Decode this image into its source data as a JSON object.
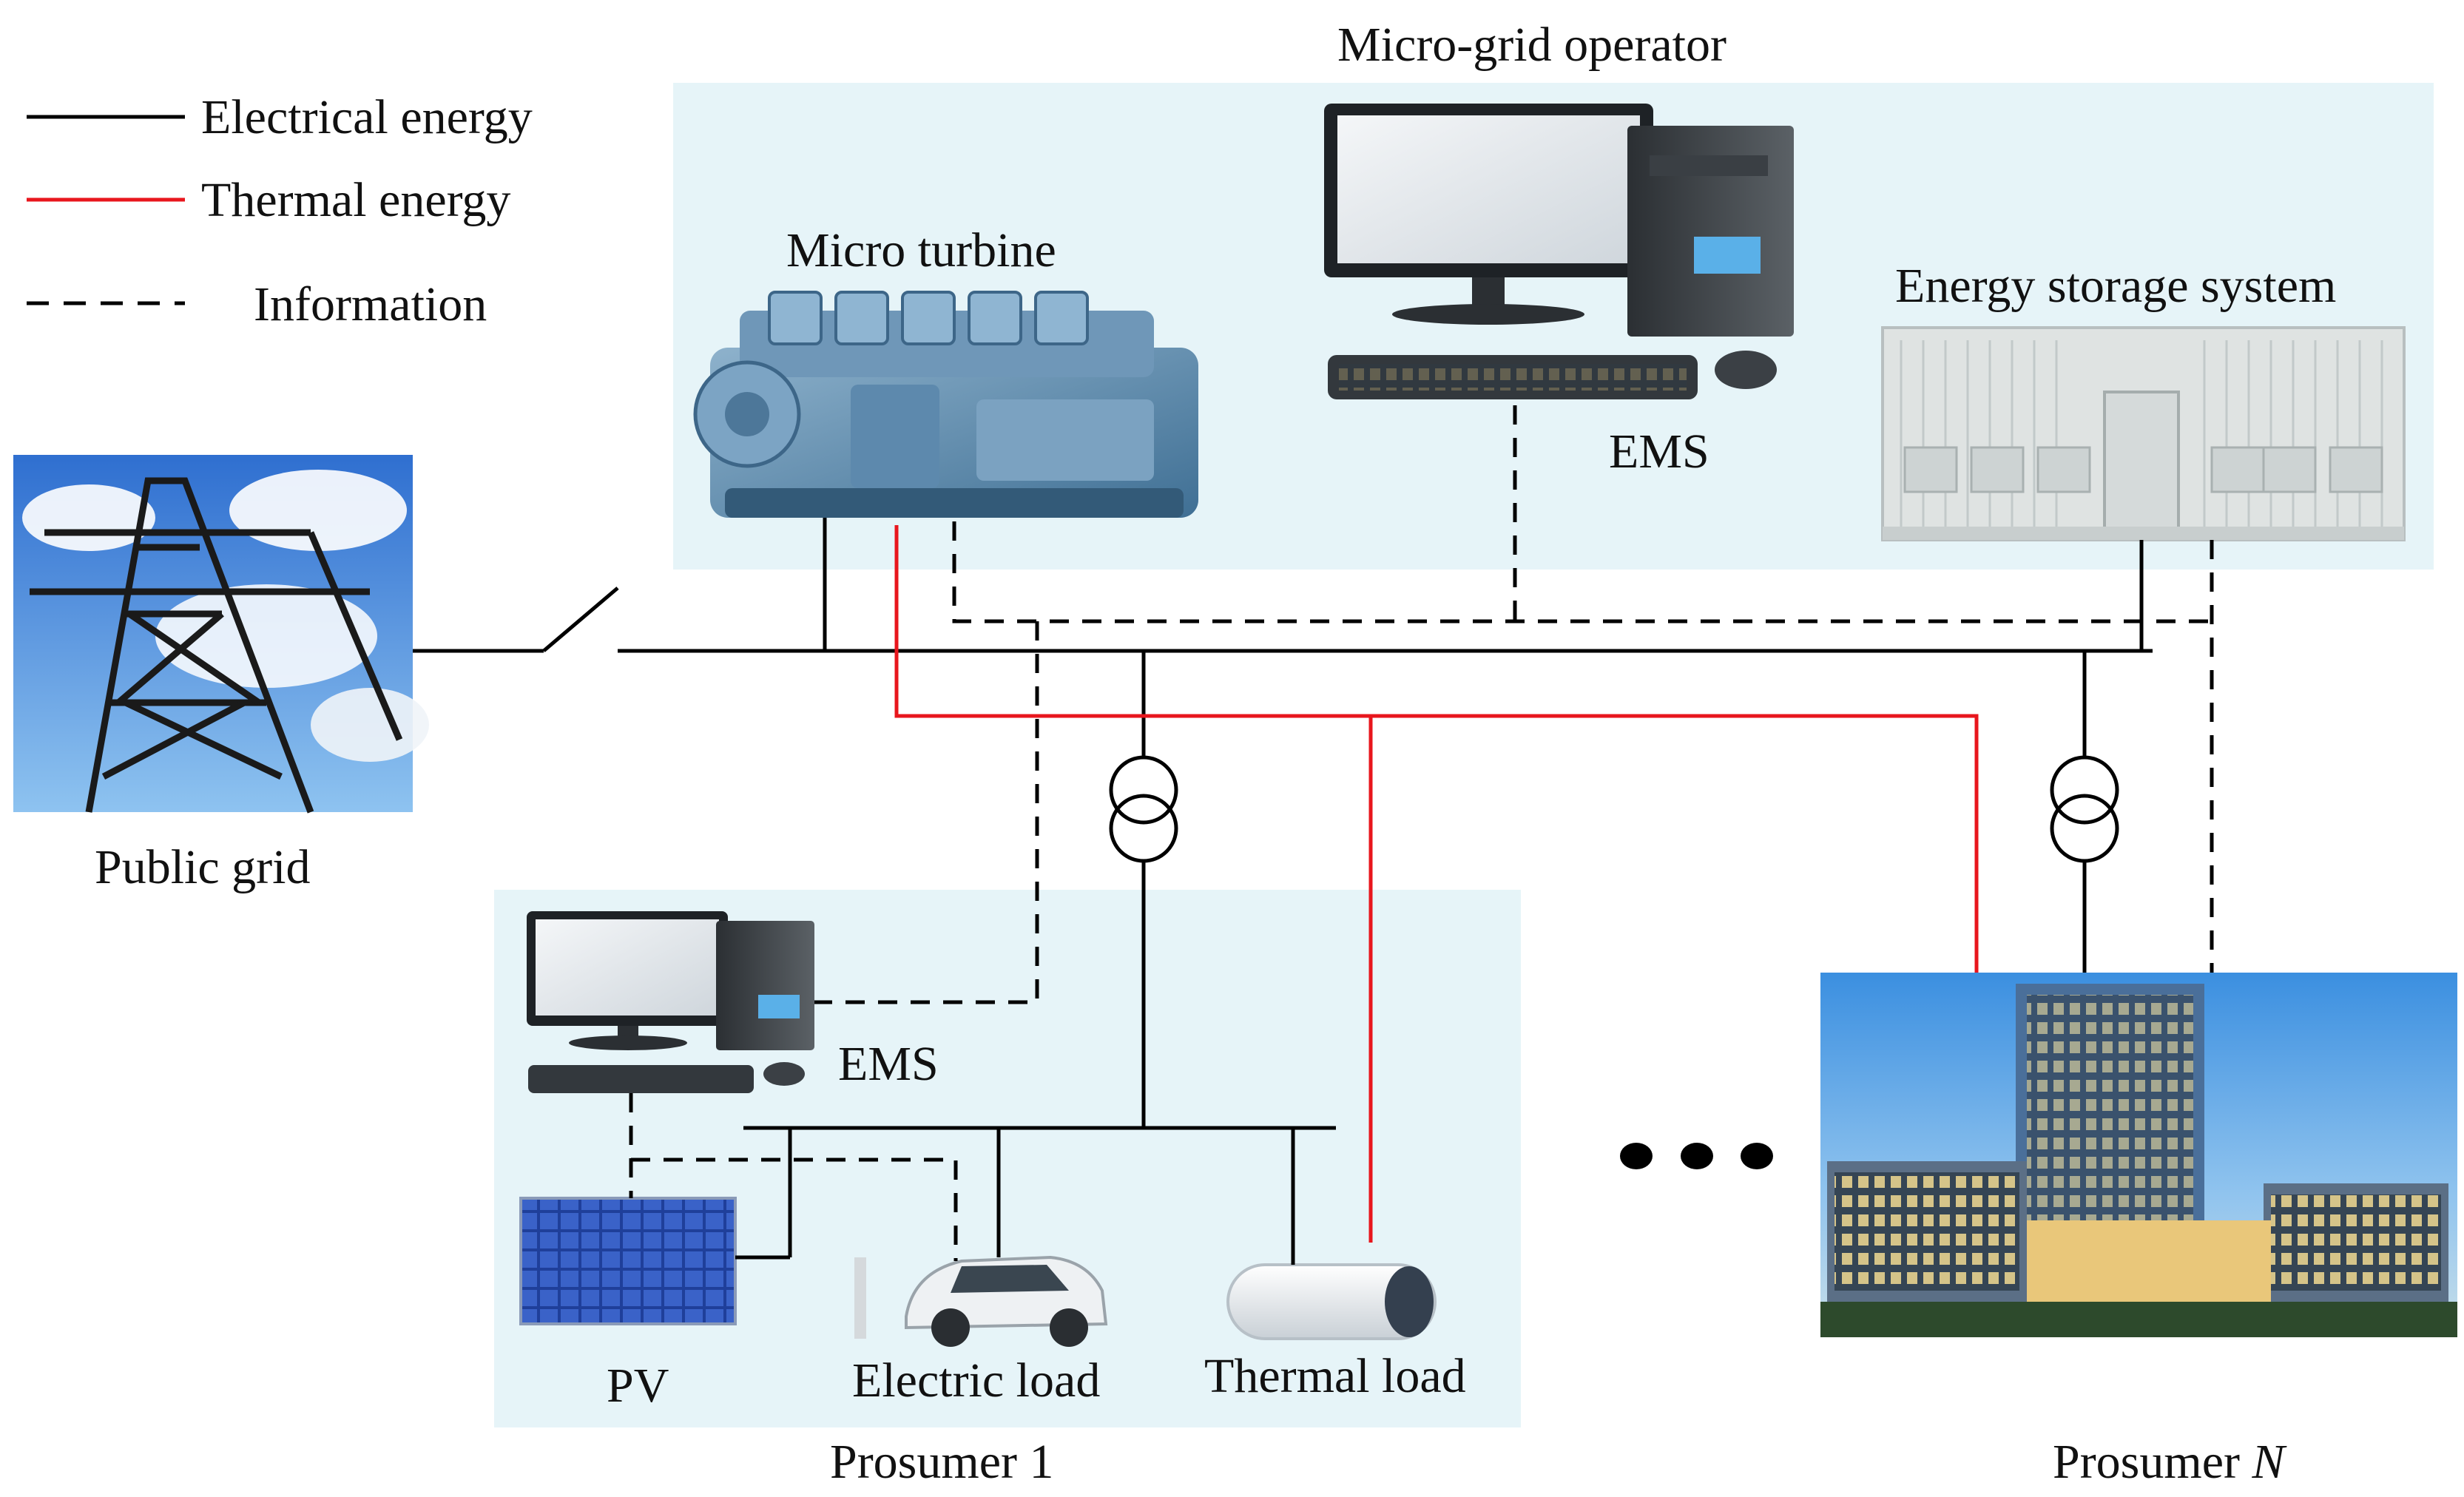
{
  "legend": {
    "electrical": "Electrical energy",
    "thermal": "Thermal energy",
    "information": "Information"
  },
  "labels": {
    "operator": "Micro-grid operator",
    "micro_turbine": "Micro turbine",
    "ess": "Energy storage system",
    "ems_operator": "EMS",
    "public_grid": "Public grid",
    "ems_prosumer": "EMS",
    "pv": "PV",
    "electric_load": "Electric load",
    "thermal_load": "Thermal load",
    "prosumer1": "Prosumer 1",
    "prosumerN_prefix": "Prosumer ",
    "prosumerN_var": "N"
  },
  "colors": {
    "electrical": "#000000",
    "thermal": "#e8161d",
    "information": "#000000",
    "panel": "#e6f4f8"
  },
  "icons": [
    "transmission-tower-icon",
    "engine-icon",
    "desktop-computer-icon",
    "storage-container-icon",
    "transformer-icon",
    "solar-panel-icon",
    "electric-car-icon",
    "water-heater-icon",
    "office-building-icon"
  ]
}
